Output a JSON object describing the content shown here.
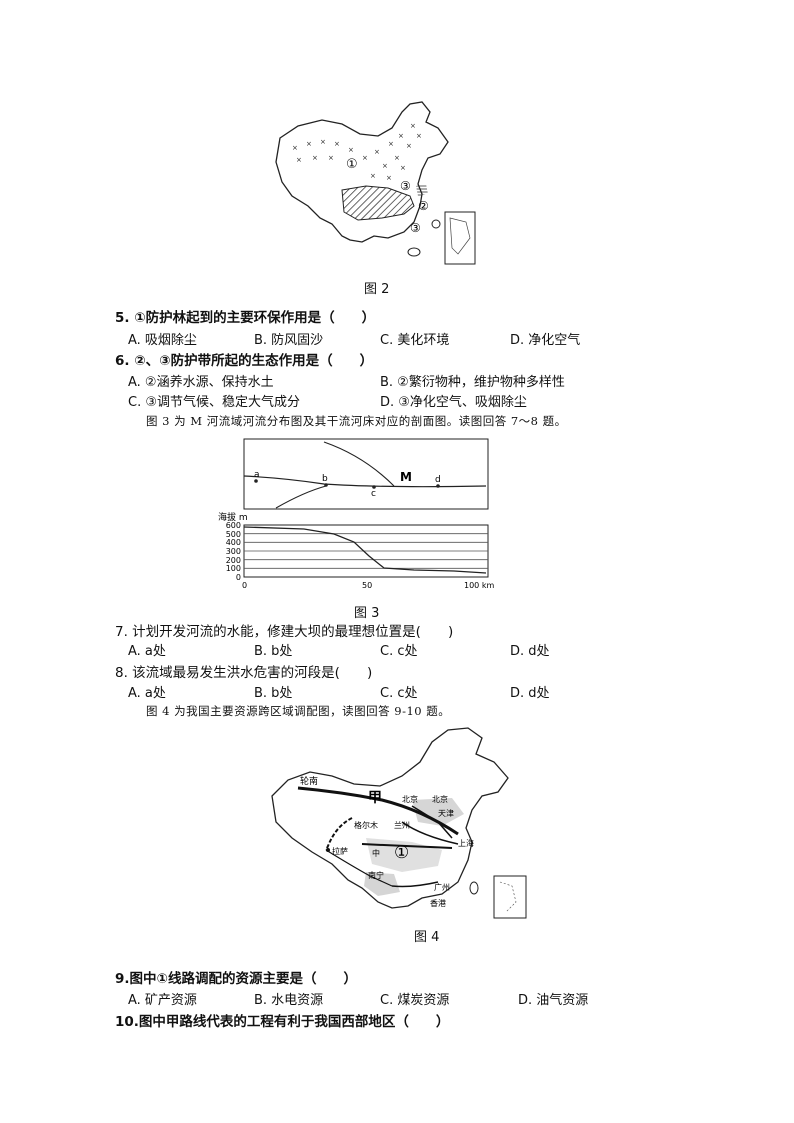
{
  "fig2": {
    "caption": "图 2",
    "labels": [
      "①",
      "③",
      "②",
      "③"
    ]
  },
  "q5": {
    "stem": "5. ①防护林起到的主要环保作用是（　　）",
    "options": [
      "A. 吸烟除尘",
      "B. 防风固沙",
      "C. 美化环境",
      "D. 净化空气"
    ]
  },
  "q6": {
    "stem": "6. ②、③防护带所起的生态作用是（　　）",
    "options": [
      "A. ②涵养水源、保持水土",
      "B. ②繁衍物种，维护物种多样性",
      "C. ③调节气候、稳定大气成分",
      "D. ③净化空气、吸烟除尘"
    ]
  },
  "intro3": "图 3 为 M 河流域河流分布图及其干流河床对应的剖面图。读图回答 7～8 题。",
  "fig3": {
    "caption": "图 3",
    "map_labels": [
      "a",
      "b",
      "c",
      "M",
      "d"
    ],
    "y_axis_label": "海拔 m",
    "y_ticks": [
      "600",
      "500",
      "400",
      "300",
      "200",
      "100",
      "0"
    ],
    "x_ticks": [
      "0",
      "50",
      "100 km"
    ]
  },
  "q7": {
    "stem": "7. 计划开发河流的水能，修建大坝的最理想位置是(　　)",
    "options": [
      "A. a处",
      "B. b处",
      "C. c处",
      "D. d处"
    ]
  },
  "q8": {
    "stem": "8. 该流域最易发生洪水危害的河段是(　　)",
    "options": [
      "A. a处",
      "B. b处",
      "C. c处",
      "D. d处"
    ]
  },
  "intro4": "图 4 为我国主要资源跨区域调配图，读图回答 9-10 题。",
  "fig4": {
    "caption": "图 4",
    "labels": {
      "lunnan": "轮南",
      "jia": "甲",
      "beijing": "北京",
      "beijing2": "北京",
      "tianjin": "天津",
      "lanzhou": "兰州",
      "geermu": "格尔木",
      "lhasa": "拉萨",
      "circle1": "①",
      "shanghai": "上海",
      "nanning": "南宁",
      "guangzhou": "广州",
      "hongkong": "香港",
      "zhong": "中"
    }
  },
  "q9": {
    "stem": "9.图中①线路调配的资源主要是（　　）",
    "options": [
      "A. 矿产资源",
      "B. 水电资源",
      "C. 煤炭资源",
      "D. 油气资源"
    ]
  },
  "q10": {
    "stem": "10.图中甲路线代表的工程有利于我国西部地区（　　）"
  }
}
